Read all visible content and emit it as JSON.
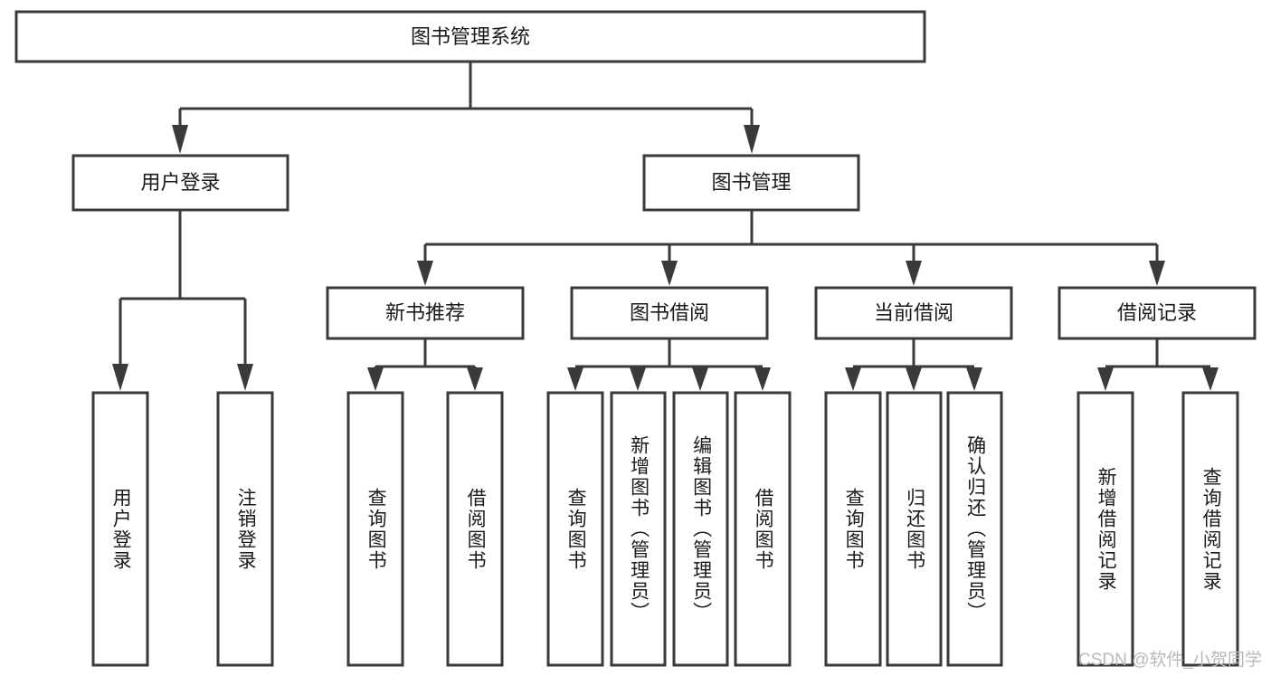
{
  "diagram": {
    "title": "图书管理系统",
    "type": "tree-hierarchy",
    "watermark": "CSDN @软件_小贺同学",
    "colors": {
      "stroke": "#3a3a3a",
      "fill": "#ffffff",
      "text": "#1a1a1a",
      "watermark": "#b9b9b9"
    },
    "nodes": {
      "root": {
        "label": "图书管理系统",
        "level": 1,
        "orientation": "horizontal"
      },
      "l2": [
        {
          "id": "user-login",
          "label": "用户登录",
          "level": 2,
          "orientation": "horizontal"
        },
        {
          "id": "book-manage",
          "label": "图书管理",
          "level": 2,
          "orientation": "horizontal"
        }
      ],
      "l3": [
        {
          "id": "new-book-rec",
          "label": "新书推荐",
          "level": 3,
          "orientation": "horizontal",
          "parent": "book-manage"
        },
        {
          "id": "book-borrow",
          "label": "图书借阅",
          "level": 3,
          "orientation": "horizontal",
          "parent": "book-manage"
        },
        {
          "id": "current-borrow",
          "label": "当前借阅",
          "level": 3,
          "orientation": "horizontal",
          "parent": "book-manage"
        },
        {
          "id": "borrow-record",
          "label": "借阅记录",
          "level": 3,
          "orientation": "horizontal",
          "parent": "book-manage"
        }
      ],
      "leaves": [
        {
          "id": "leaf-user-login",
          "label": "用户登录",
          "parent": "user-login",
          "orientation": "vertical"
        },
        {
          "id": "leaf-user-logout",
          "label": "注销登录",
          "parent": "user-login",
          "orientation": "vertical"
        },
        {
          "id": "leaf-query-book-1",
          "label": "查询图书",
          "parent": "new-book-rec",
          "orientation": "vertical"
        },
        {
          "id": "leaf-borrow-book-1",
          "label": "借阅图书",
          "parent": "new-book-rec",
          "orientation": "vertical"
        },
        {
          "id": "leaf-query-book-2",
          "label": "查询图书",
          "parent": "book-borrow",
          "orientation": "vertical"
        },
        {
          "id": "leaf-add-book",
          "label": "新增图书（管理员）",
          "parent": "book-borrow",
          "orientation": "vertical"
        },
        {
          "id": "leaf-edit-book",
          "label": "编辑图书（管理员）",
          "parent": "book-borrow",
          "orientation": "vertical"
        },
        {
          "id": "leaf-borrow-book-2",
          "label": "借阅图书",
          "parent": "book-borrow",
          "orientation": "vertical"
        },
        {
          "id": "leaf-query-book-3",
          "label": "查询图书",
          "parent": "current-borrow",
          "orientation": "vertical"
        },
        {
          "id": "leaf-return-book",
          "label": "归还图书",
          "parent": "current-borrow",
          "orientation": "vertical"
        },
        {
          "id": "leaf-confirm-return",
          "label": "确认归还（管理员）",
          "parent": "current-borrow",
          "orientation": "vertical"
        },
        {
          "id": "leaf-add-record",
          "label": "新增借阅记录",
          "parent": "borrow-record",
          "orientation": "vertical"
        },
        {
          "id": "leaf-query-record",
          "label": "查询借阅记录",
          "parent": "borrow-record",
          "orientation": "vertical"
        }
      ]
    }
  }
}
